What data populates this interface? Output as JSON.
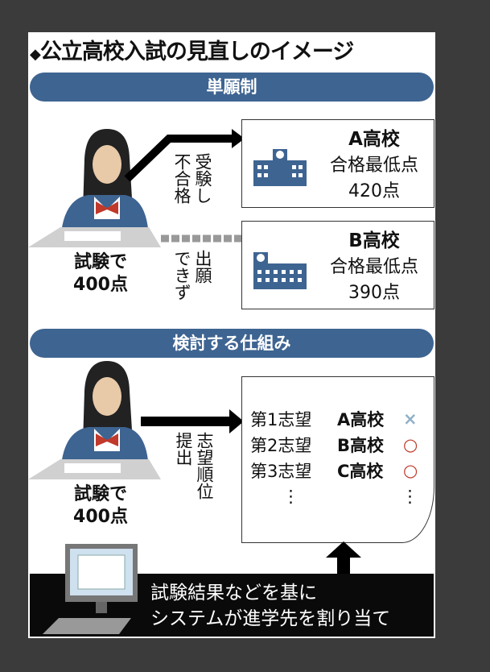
{
  "title": "公立高校入試の見直しのイメージ",
  "section1": {
    "label": "単願制",
    "student_score": [
      "試験で",
      "400点"
    ],
    "arrow_label_applied": [
      "受験し",
      "不合格"
    ],
    "arrow_label_blocked": [
      "出願",
      "できず"
    ],
    "schools": [
      {
        "name": "A高校",
        "label": "合格最低点",
        "score": "420点"
      },
      {
        "name": "B高校",
        "label": "合格最低点",
        "score": "390点"
      }
    ]
  },
  "section2": {
    "label": "検討する仕組み",
    "student_score": [
      "試験で",
      "400点"
    ],
    "arrow_label": [
      "志望順位",
      "提出"
    ],
    "preferences": [
      {
        "rank": "第1志望",
        "school": "A高校",
        "result": "×"
      },
      {
        "rank": "第2志望",
        "school": "B高校",
        "result": "○"
      },
      {
        "rank": "第3志望",
        "school": "C高校",
        "result": "○"
      }
    ],
    "ellipsis": "⋮",
    "system_text": [
      "試験結果などを基に",
      "システムが進学先を割り当て"
    ]
  },
  "colors": {
    "band": "#3e6491",
    "building": "#3e6491",
    "fail": "#8fb0c8",
    "pass": "#c0392b"
  }
}
